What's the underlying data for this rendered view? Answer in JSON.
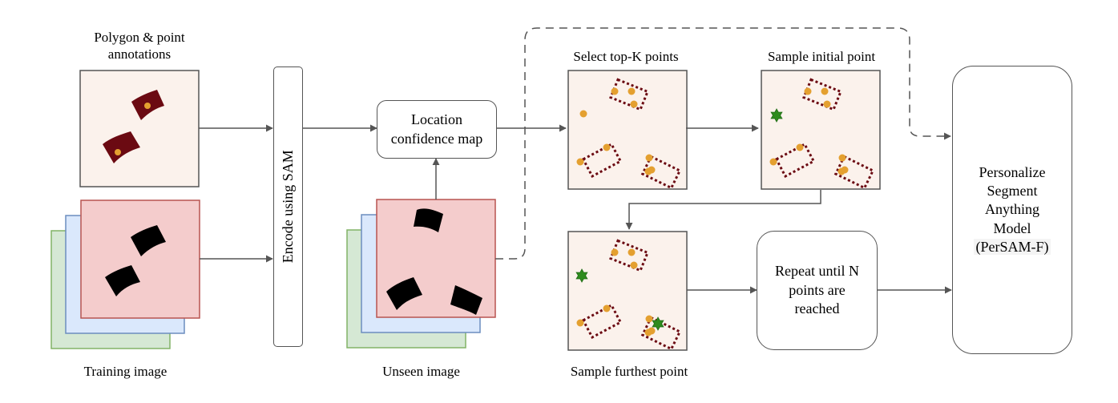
{
  "labels": {
    "annotations_line1": "Polygon & point",
    "annotations_line2": "annotations",
    "training_image": "Training image",
    "encode": "Encode using SAM",
    "location_line1": "Location",
    "location_line2": "confidence map",
    "unseen_image": "Unseen image",
    "select_topk": "Select top-K points",
    "sample_initial": "Sample initial point",
    "sample_furthest": "Sample furthest point",
    "repeat_line1": "Repeat until N",
    "repeat_line2": "points are",
    "repeat_line3": "reached",
    "persam_line1": "Personalize",
    "persam_line2": "Segment",
    "persam_line3": "Anything",
    "persam_line4": "Model",
    "persam_line5": "(PerSAM-F)"
  },
  "colors": {
    "panel_bg": "#fbf2ec",
    "red_layer": "#f4cccc",
    "blue_layer": "#dae8fc",
    "green_layer": "#d5e8d4",
    "dark_red_shape": "#6b0a12",
    "point_orange": "#e4a030",
    "star_green": "#2e8b1e",
    "dotted_box": "#6b0a12",
    "arrow": "#555555"
  }
}
